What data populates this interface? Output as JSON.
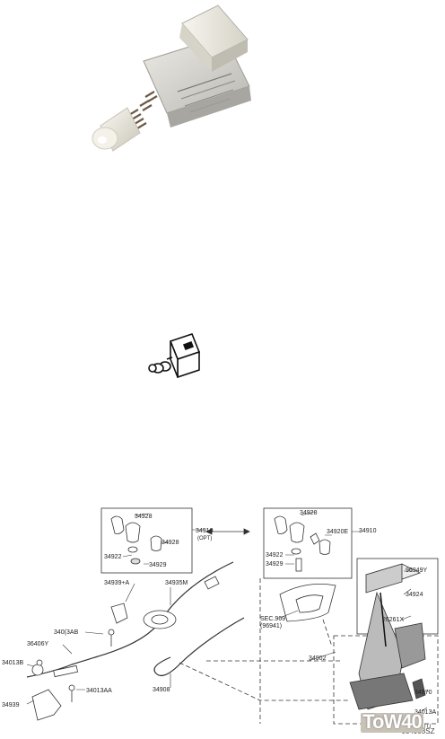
{
  "parts_diagram": {
    "callouts": {
      "top_left_box": [
        "34928",
        "34928",
        "34922",
        "34929"
      ],
      "top_left_box_ref": "34910",
      "top_left_box_note": "(OPT)",
      "top_right_box": [
        "34928",
        "34920E",
        "34922",
        "34929"
      ],
      "top_right_box_ref": "34910",
      "cables": [
        "34939+A",
        "34935M",
        "340(3AB",
        "36406Y",
        "34013B",
        "34939",
        "34013AA",
        "34908"
      ],
      "trim": [
        "SEC.969",
        "(96941)"
      ],
      "shifter": [
        "96949Y",
        "34924",
        "26261X",
        "34902",
        "34970",
        "34013A"
      ]
    },
    "drawing_code": "J34908SZ"
  }
}
